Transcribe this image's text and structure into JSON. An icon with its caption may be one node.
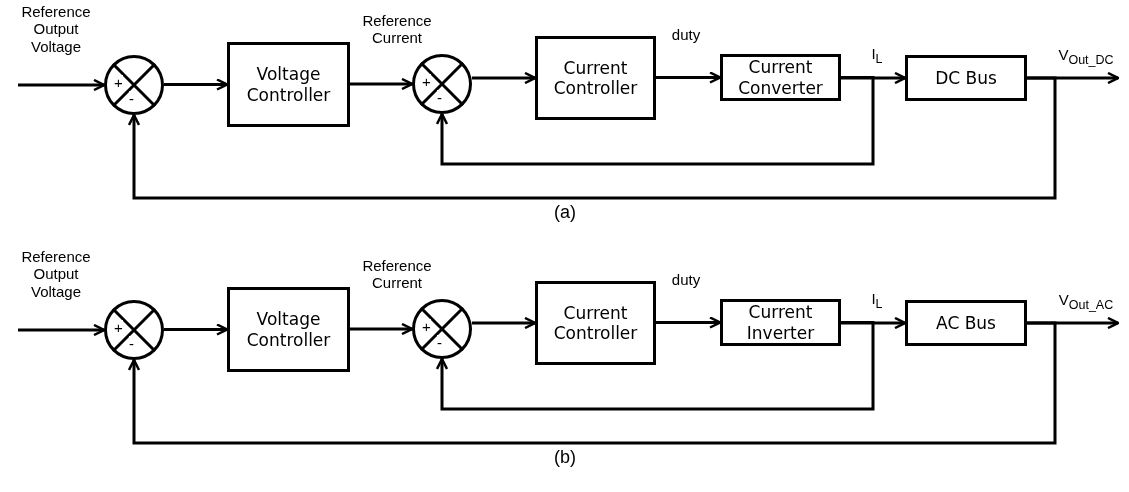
{
  "diagram": {
    "nodes": [
      {
        "text": [
          "+",
          "-"
        ]
      },
      {
        "text": [
          "Voltage Controller"
        ]
      },
      {
        "text": [
          "+",
          "-"
        ]
      },
      {
        "text": [
          "Current Controller"
        ]
      },
      {
        "text": [
          "Current Converter"
        ]
      },
      {
        "text": [
          "DC Bus"
        ]
      },
      {
        "text": [
          "+",
          "-"
        ]
      },
      {
        "text": [
          "Voltage Controller"
        ]
      },
      {
        "text": [
          "+",
          "-"
        ]
      },
      {
        "text": [
          "Current Controller"
        ]
      },
      {
        "text": [
          "Current Inverter"
        ]
      },
      {
        "text": [
          "AC Bus"
        ]
      }
    ],
    "edges": [
      {
        "from": null,
        "to": 0,
        "arrow": "to",
        "label": "Reference Output Voltage"
      },
      {
        "from": 0,
        "to": 1,
        "arrow": "to"
      },
      {
        "from": 1,
        "to": 2,
        "arrow": "to",
        "label": "Reference Current"
      },
      {
        "from": 2,
        "to": 3,
        "arrow": "to"
      },
      {
        "from": 3,
        "to": 4,
        "arrow": "to",
        "label": "duty"
      },
      {
        "from": 4,
        "to": 5,
        "arrow": "to",
        "label": "I$_{L}$"
      },
      {
        "from": 5,
        "to": null,
        "arrow": "to",
        "label": "V$_{Out_DC}$"
      },
      {
        "from": 4,
        "to": 2,
        "arrow": "to"
      },
      {
        "from": 5,
        "to": 0,
        "arrow": "to"
      },
      {
        "from": null,
        "to": 6,
        "arrow": "to",
        "label": "Reference Output Voltage"
      },
      {
        "from": 6,
        "to": 7,
        "arrow": "to"
      },
      {
        "from": 7,
        "to": 8,
        "arrow": "to",
        "label": "Reference Current"
      },
      {
        "from": 8,
        "to": 9,
        "arrow": "to"
      },
      {
        "from": 9,
        "to": 10,
        "arrow": "to",
        "label": "duty"
      },
      {
        "from": 10,
        "to": 11,
        "arrow": "to",
        "label": "I$_{L}$"
      },
      {
        "from": 11,
        "to": null,
        "arrow": "to",
        "label": "V$_{Out_AC}$"
      },
      {
        "from": 10,
        "to": 8,
        "arrow": "to"
      },
      {
        "from": 11,
        "to": 6,
        "arrow": "to"
      }
    ],
    "labels": [
      "(a)",
      "(b)"
    ]
  }
}
